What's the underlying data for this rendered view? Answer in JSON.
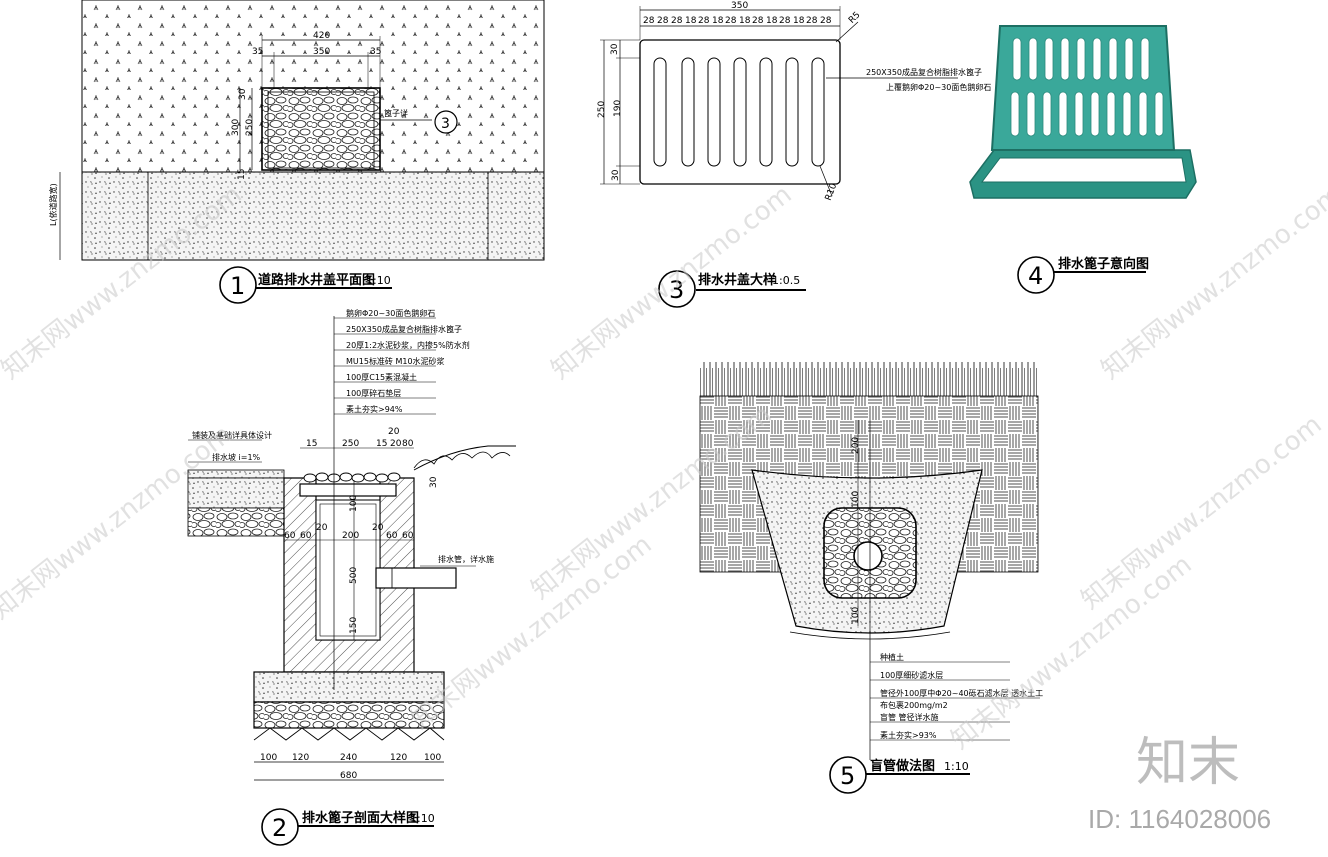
{
  "figure1": {
    "title": "道路排水井盖平面图",
    "scale": "1:10",
    "number": "1",
    "dims": [
      "420",
      "350",
      "35",
      "35",
      "30",
      "300",
      "250",
      "15"
    ],
    "tag": "篦子详",
    "tag_ref": "3",
    "side_label": "L(依道路宽)"
  },
  "figure2": {
    "title": "排水篦子剖面大样图",
    "scale": "1:10",
    "number": "2",
    "notes": [
      "鹅卵Φ20~30面色鹅卵石",
      "250X350成品复合树脂排水篦子",
      "20厚1:2水泥砂浆，内掺5%防水剂",
      "MU15标准砖 M10水泥砂浆",
      "100厚C15素混凝土",
      "100厚碎石垫层",
      "素土夯实>94%"
    ],
    "left_note": "铺装及基础详具体设计",
    "slope": "排水坡 i=1%",
    "pipe_note": "排水管，详水施",
    "top_dims": [
      "15",
      "250",
      "15",
      "20",
      "80",
      "20"
    ],
    "mid_dims": [
      "20",
      "20",
      "60",
      "60",
      "200",
      "60",
      "60"
    ],
    "vert_dims": [
      "100",
      "500",
      "150",
      "30"
    ],
    "bottom_dims": [
      "100",
      "120",
      "240",
      "120",
      "100"
    ],
    "total_dim": "680"
  },
  "figure3": {
    "title": "排水井盖大样",
    "scale": "1:0.5",
    "number": "3",
    "top_total": "350",
    "top_dims": [
      "28",
      "28",
      "28",
      "18",
      "28",
      "18",
      "28",
      "18",
      "28",
      "18",
      "28",
      "18",
      "28",
      "28"
    ],
    "left_dims": [
      "30",
      "190",
      "30"
    ],
    "left_total": "250",
    "corner_r": "R5",
    "slot_r": "R10",
    "notes": [
      "250X350成品复合树脂排水篦子",
      "上覆鹅卵Φ20~30面色鹅卵石"
    ]
  },
  "figure4": {
    "title": "排水篦子意向图",
    "number": "4",
    "grate_color": "#3aa89a"
  },
  "figure5": {
    "title": "盲管做法图",
    "scale": "1:10",
    "number": "5",
    "dims": [
      "200",
      "100",
      "100"
    ],
    "notes": [
      "种植土",
      "100厚细砂滤水层",
      "管径外100厚中Φ20~40砾石滤水层 透水土工",
      "布包裹200mg/m2",
      "盲管 管径详水施",
      "素土夯实>93%"
    ]
  },
  "watermarks": [
    "知末网www.znzmo.com",
    "知末网www.znzmo.com",
    "知末网www.znzmo.com",
    "知末网www.znzmo.com",
    "知末网www.znzmo.com",
    "知末网www.znzmo.com",
    "知末网www.znzmo.com",
    "知末网www.znzmo.com"
  ],
  "brand": {
    "logo": "知末",
    "id": "ID: 1164028006"
  }
}
